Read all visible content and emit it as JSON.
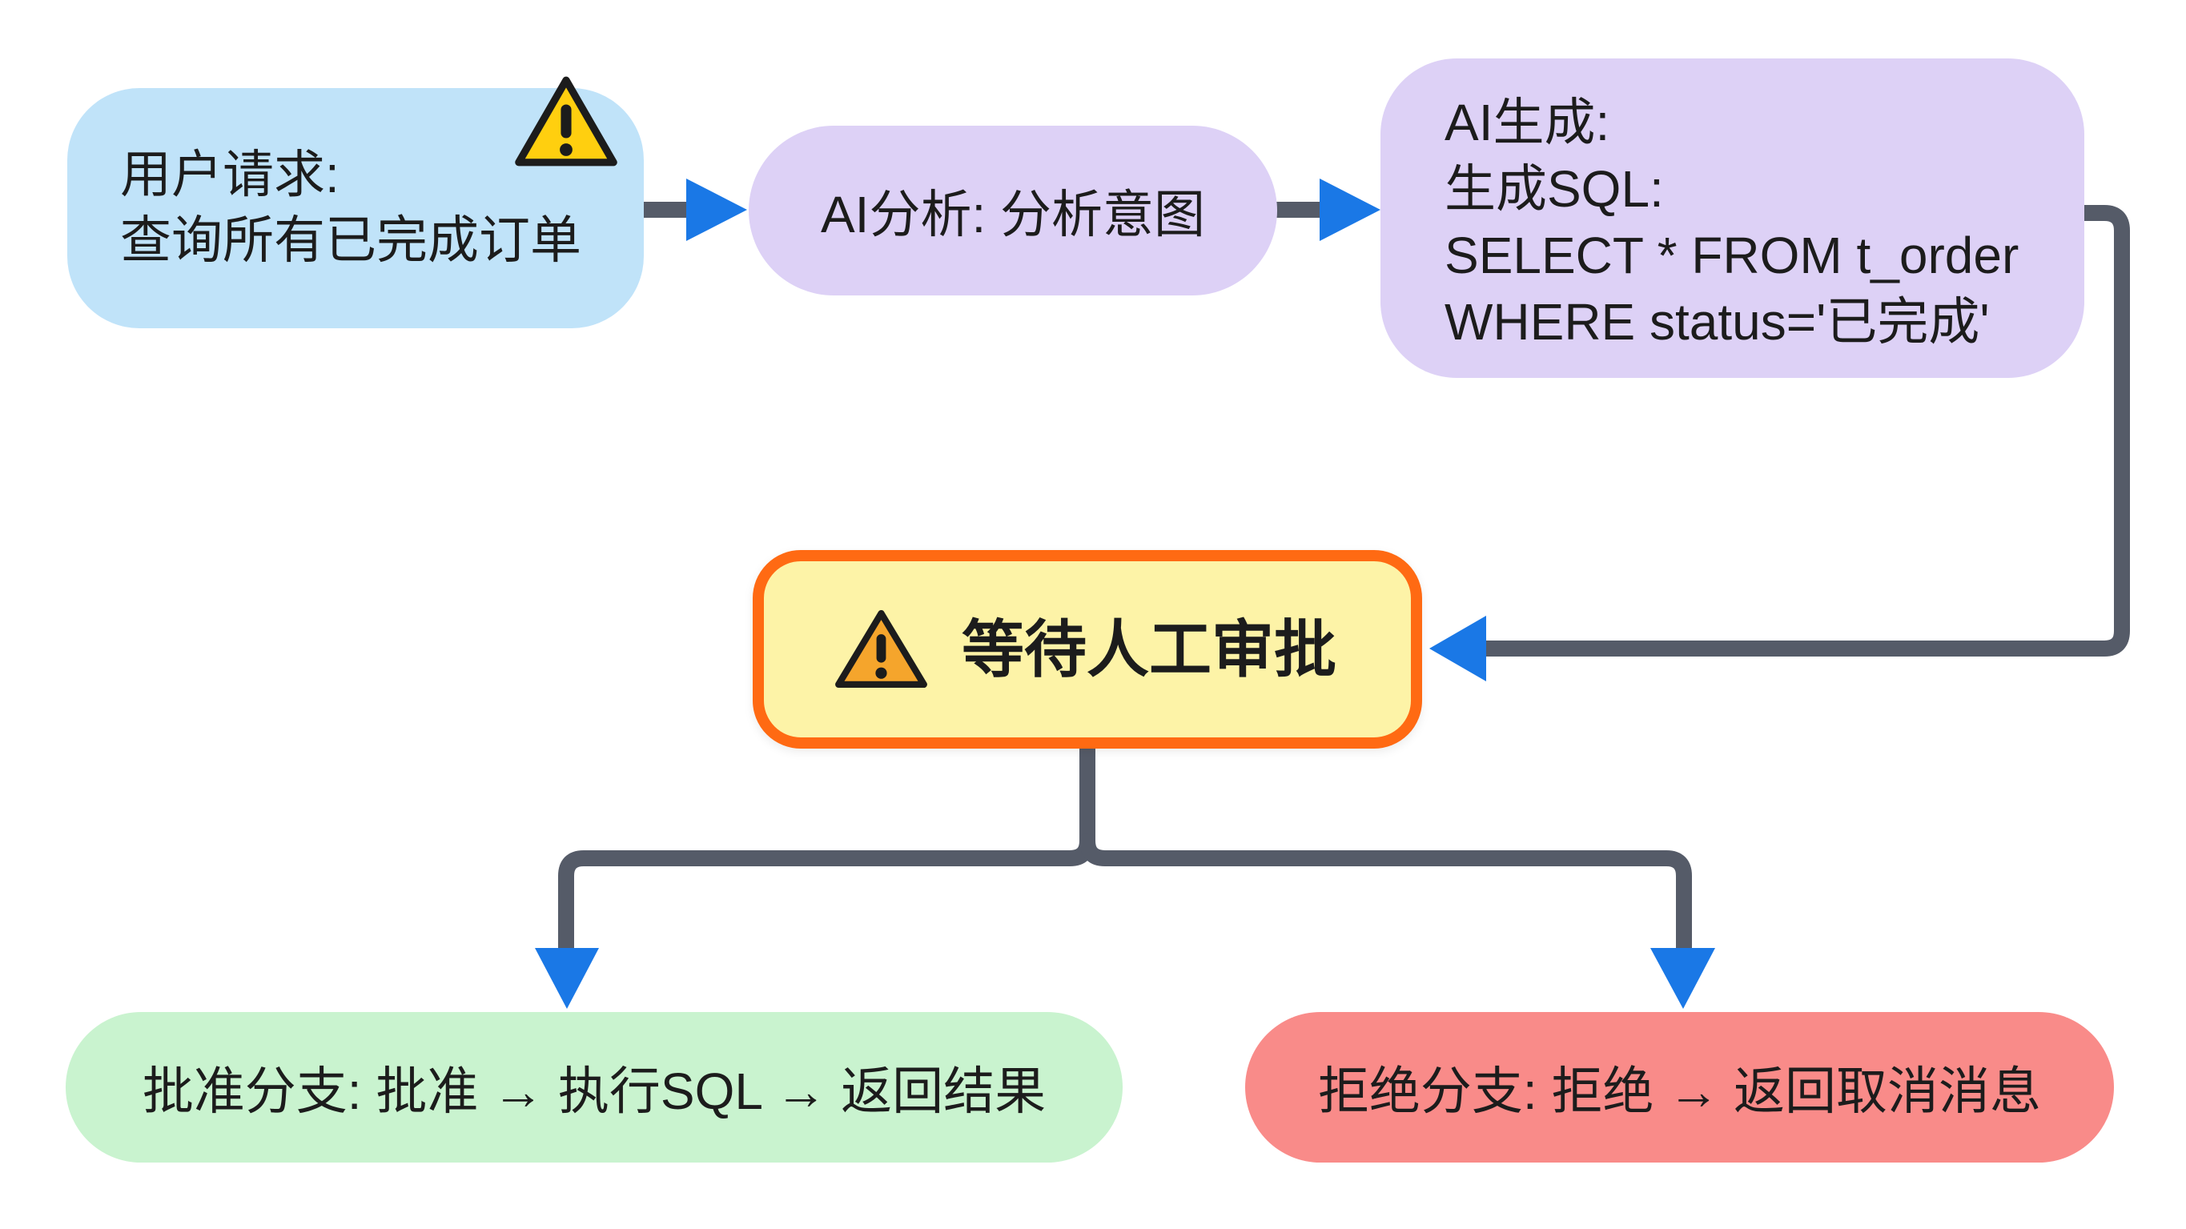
{
  "nodes": {
    "user_request": {
      "lines": [
        "用户请求:",
        "查询所有已完成订单"
      ]
    },
    "ai_analysis": {
      "label": "AI分析: 分析意图"
    },
    "ai_generate": {
      "lines": [
        "AI生成:",
        "生成SQL:",
        "SELECT * FROM t_order",
        "WHERE status='已完成'"
      ]
    },
    "human_approval": {
      "label": "等待人工审批"
    },
    "approve_branch": {
      "label": "批准分支: 批准 → 执行SQL → 返回结果"
    },
    "reject_branch": {
      "label": "拒绝分支: 拒绝 → 返回取消消息"
    }
  },
  "icons": {
    "user_request_badge": "warning-icon",
    "approval_badge": "warning-icon"
  },
  "colors": {
    "user_request_bg": "#c0e3f9",
    "ai_node_bg": "#ddd1f6",
    "approval_bg": "#fdf3a7",
    "approval_border": "#ff6a13",
    "approve_bg": "#c9f3cf",
    "reject_bg": "#f98b89",
    "connector": "#555b68",
    "arrowhead": "#1a78e6",
    "warning_yellow": "#ffcf0f",
    "warning_orange": "#f5a52c",
    "text": "#1c1c1c"
  }
}
